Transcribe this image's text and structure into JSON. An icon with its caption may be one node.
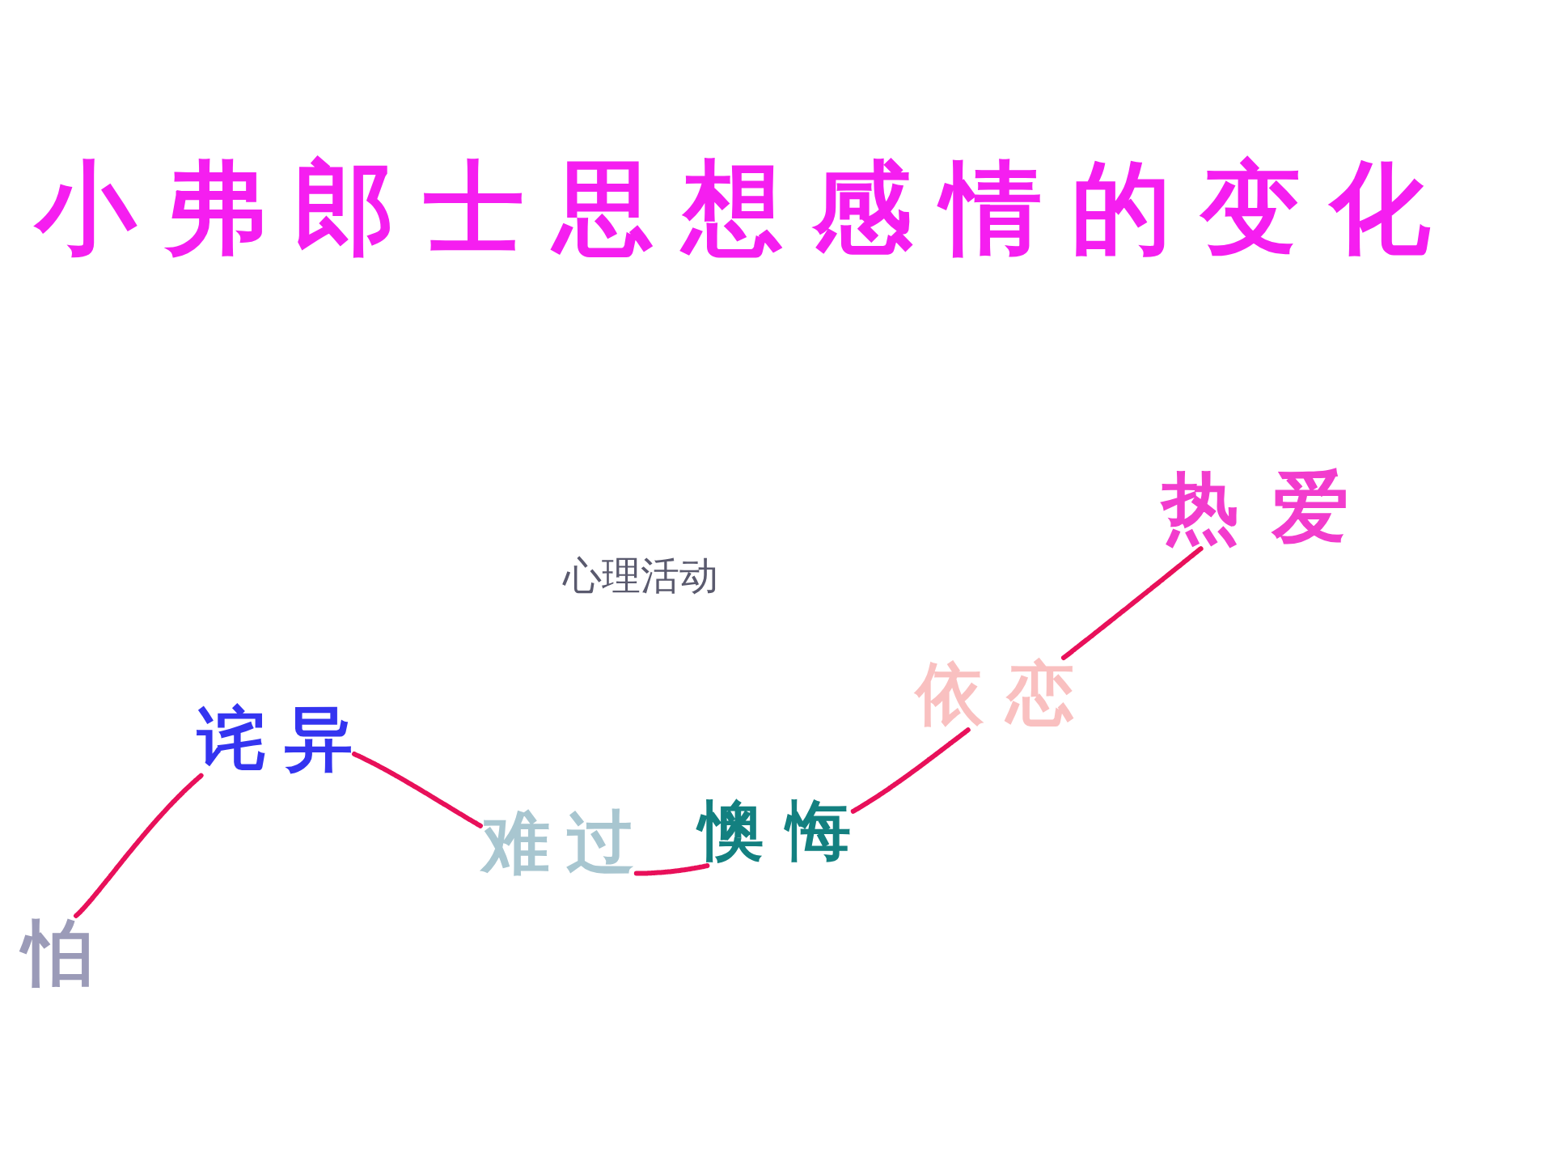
{
  "diagram": {
    "title": "小弗郎士思想感情的变化",
    "nodes": [
      {
        "text": [
          "怕"
        ]
      },
      {
        "text": [
          "诧异"
        ]
      },
      {
        "text": [
          "难过"
        ]
      },
      {
        "text": [
          "懊悔"
        ]
      },
      {
        "text": [
          "依恋"
        ]
      },
      {
        "text": [
          "热爱"
        ]
      }
    ],
    "edges": [
      {
        "from": 0,
        "to": 1,
        "arrow": "none"
      },
      {
        "from": 1,
        "to": 2,
        "arrow": "none"
      },
      {
        "from": 2,
        "to": 3,
        "arrow": "none"
      },
      {
        "from": 3,
        "to": 4,
        "arrow": "none"
      },
      {
        "from": 4,
        "to": 5,
        "arrow": "none"
      }
    ],
    "labels": [
      "心理活动"
    ]
  }
}
